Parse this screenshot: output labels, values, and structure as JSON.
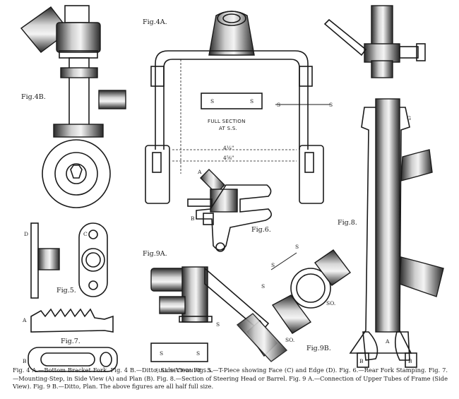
{
  "figures": {
    "fig4a": "Fig.4A.",
    "fig4b": "Fig.4B.",
    "fig5": "Fig.5.",
    "fig6": "Fig.6.",
    "fig7": "Fig.7.",
    "fig8": "Fig.8.",
    "fig9a": "Fig.9A.",
    "fig9b": "Fig.9B."
  },
  "labels": {
    "full_section_top_1": "FULL SECTION",
    "full_section_top_2": "AT S.S.",
    "full_section_bottom": "FULL SECTION AT S.S.",
    "s": "S",
    "c": "C",
    "d": "D",
    "a": "A",
    "b": "B",
    "g": "G",
    "so": "SO.",
    "dim_top": "4¼\"",
    "dim_bottom": "4⅝\""
  },
  "caption": "Fig. 4 A.—Bottom Bracket Fork.  Fig. 4 B.—Ditto, Side View.  Fig. 5.—T-Piece showing Face (C) and Edge (D).  Fig. 6.—Rear Fork Stamping.  Fig. 7.—Mounting-Step, in Side View (A) and Plan (B).  Fig. 8.—Section of Steering Head or Barrel.  Fig. 9 A.—Connection of Upper Tubes of Frame (Side View).  Fig. 9 B.—Ditto, Plan.  The above figures are all half full size."
}
